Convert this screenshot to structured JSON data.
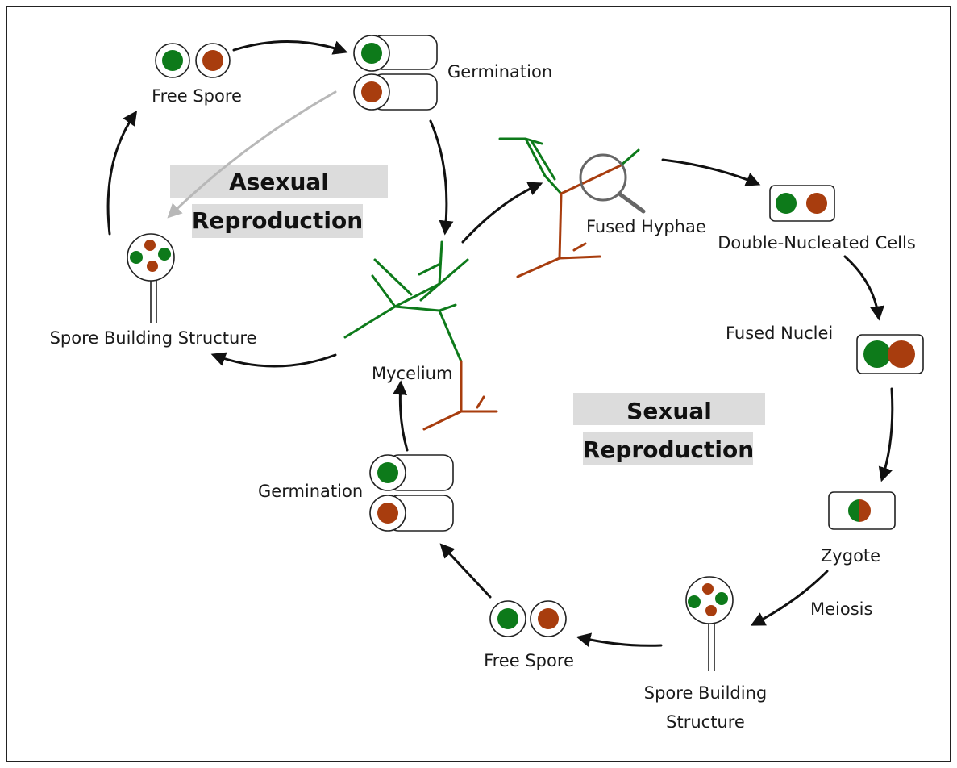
{
  "titles": {
    "asexual_line1": "Asexual",
    "asexual_line2": "Reproduction",
    "sexual_line1": "Sexual",
    "sexual_line2": "Reproduction"
  },
  "labels": {
    "free_spore_top": "Free Spore",
    "germination_top": "Germination",
    "spore_building_left": "Spore Building Structure",
    "mycelium": "Mycelium",
    "fused_hyphae": "Fused Hyphae",
    "double_nucleated": "Double-Nucleated Cells",
    "fused_nuclei": "Fused Nuclei",
    "zygote": "Zygote",
    "meiosis": "Meiosis",
    "spore_building_bottom_1": "Spore Building",
    "spore_building_bottom_2": "Structure",
    "free_spore_bottom": "Free Spore",
    "germination_bottom": "Germination"
  },
  "colors": {
    "nucleus_a": "#0d7a1a",
    "nucleus_b": "#a83d0e",
    "arrow": "#111111",
    "asexual_shortcut_arrow": "#b8b8b8",
    "title_band": "#dcdcdc"
  }
}
